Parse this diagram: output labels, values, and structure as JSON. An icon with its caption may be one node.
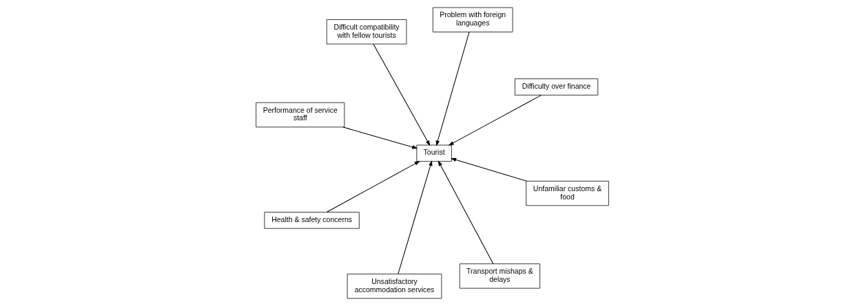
{
  "diagram": {
    "nodes": [
      {
        "text": [
          "Performance of service staff"
        ]
      },
      {
        "text": [
          "Difficulty over finance"
        ]
      },
      {
        "text": [
          "Transport mishaps & delays"
        ]
      },
      {
        "text": [
          "Problem with foreign languages"
        ]
      },
      {
        "text": [
          "Tourist"
        ]
      },
      {
        "text": [
          "Difficult compatibility with fellow tourists"
        ]
      },
      {
        "text": [
          "Health & safety concerns"
        ]
      },
      {
        "text": [
          "Unfamiliar customs & food"
        ]
      },
      {
        "text": [
          "Unsatisfactory accommodation services"
        ]
      }
    ],
    "edges": [
      {
        "from": 0,
        "to": 4,
        "arrow": "to"
      },
      {
        "from": 1,
        "to": 4,
        "arrow": "to"
      },
      {
        "from": 2,
        "to": 4,
        "arrow": "to"
      },
      {
        "from": 3,
        "to": 4,
        "arrow": "to"
      },
      {
        "from": 5,
        "to": 4,
        "arrow": "to"
      },
      {
        "from": 6,
        "to": 4,
        "arrow": "to"
      },
      {
        "from": 7,
        "to": 4,
        "arrow": "to"
      },
      {
        "from": 8,
        "to": 4,
        "arrow": "to"
      }
    ]
  }
}
